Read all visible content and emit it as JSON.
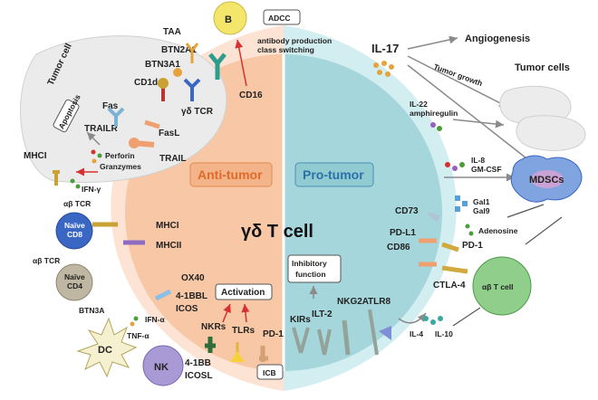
{
  "center": {
    "title": "γδ T cell",
    "left_label": "Anti-tumor",
    "right_label": "Pro-tumor"
  },
  "anti": {
    "tumor_cell": "Tumor cell",
    "apoptosis": "Apoptosis",
    "b_cell": "B",
    "adcc": "ADCC",
    "ab_prod": "antibody production",
    "class_sw": "class switching",
    "cd16": "CD16",
    "taa": "TAA",
    "btn2a1": "BTN2A1",
    "btn3a1": "BTN3A1",
    "cd1d": "CD1d",
    "gd_tcr": "γδ TCR",
    "fas": "Fas",
    "trailr": "TRAILR",
    "fasl": "FasL",
    "trail": "TRAIL",
    "perforin": "Perforin",
    "granzymes": "Granzymes",
    "mhci_tumor": "MHCI",
    "ifng": "IFN-γ",
    "ab_tcr1": "αβ TCR",
    "naive_cd8_a": "Naïve",
    "naive_cd8_b": "CD8",
    "mhci": "MHCI",
    "mhcii": "MHCII",
    "ab_tcr2": "αβ TCR",
    "naive_cd4_a": "Naïve",
    "naive_cd4_b": "CD4",
    "btn3a": "BTN3A",
    "dc": "DC",
    "ifna": "IFN-α",
    "tnfa": "TNF-α",
    "ox40": "OX40",
    "fourbbl": "4-1BBL",
    "icos": "ICOS",
    "activation": "Activation",
    "nkrs": "NKRs",
    "tlrs": "TLRs",
    "pd1_bottom": "PD-1",
    "nk": "NK",
    "fourbb": "4-1BB",
    "icosl": "ICOSL",
    "icb": "ICB"
  },
  "pro": {
    "il17": "IL-17",
    "angiogenesis": "Angiogenesis",
    "tumor_growth": "Tumor growth",
    "tumor_cells": "Tumor cells",
    "il22": "IL-22",
    "amphiregulin": "amphiregulin",
    "il8": "IL-8",
    "gmcsf": "GM-CSF",
    "mdscs": "MDSCs",
    "gal1": "Gal1",
    "gal9": "Gal9",
    "adenosine": "Adenosine",
    "cd73": "CD73",
    "pdl1": "PD-L1",
    "cd86": "CD86",
    "pd1": "PD-1",
    "ctla4": "CTLA-4",
    "ab_tcell": "αβ T cell",
    "inhibitory_a": "Inhibitory",
    "inhibitory_b": "function",
    "nkg2a": "NKG2A",
    "tlr8": "TLR8",
    "ilt2": "ILT-2",
    "kirs": "KIRs",
    "il4": "IL-4",
    "il10": "IL-10"
  },
  "colors": {
    "anti_fill": "#f9cdb0",
    "pro_fill": "#a7d9de",
    "outer_anti": "#fde3d3",
    "outer_pro": "#d3eef0",
    "anti_text": "#e06a2a",
    "pro_text": "#2d6fa8",
    "arrow_red": "#d9302f",
    "arrow_gray": "#8a8a8a",
    "b_cell": "#f3e66a",
    "ab_tcell": "#8fcf8b",
    "mdsc": "#7fa4e0",
    "nk": "#a99ad6"
  }
}
